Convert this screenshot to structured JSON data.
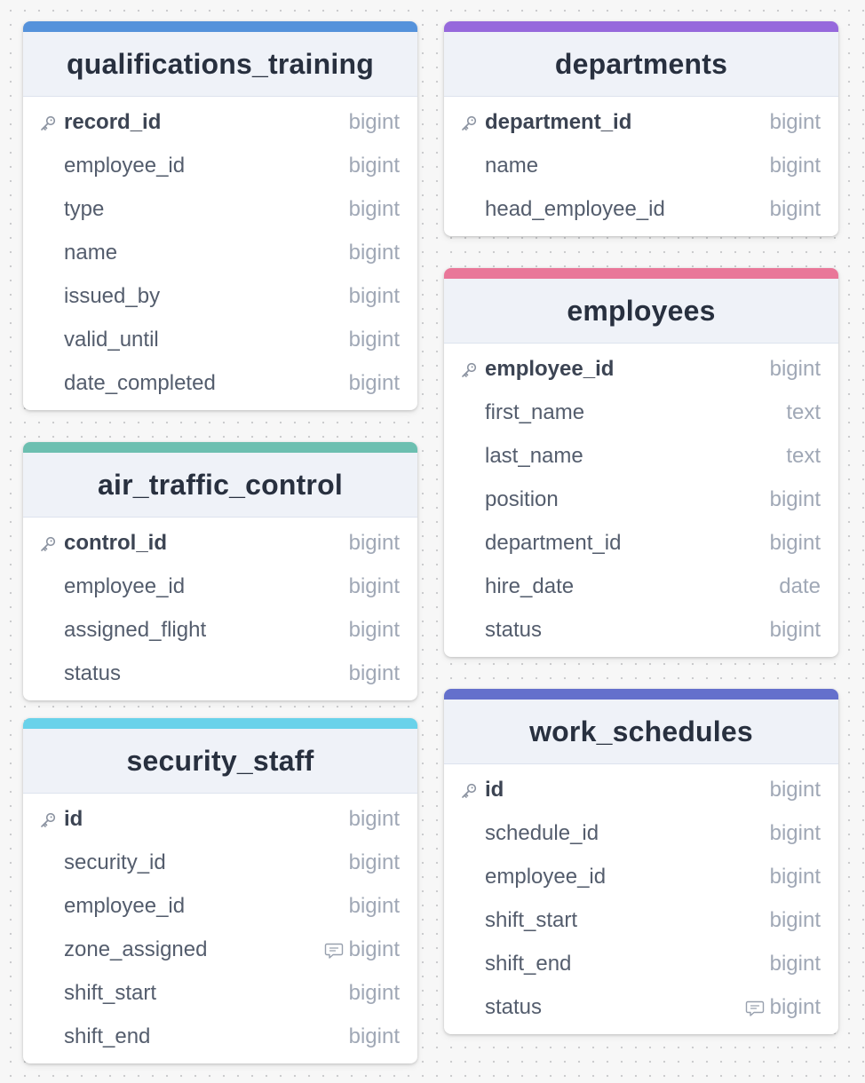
{
  "tables": [
    {
      "name": "qualifications_training",
      "color": "#5592db",
      "columns": [
        {
          "name": "record_id",
          "type": "bigint",
          "pk": true
        },
        {
          "name": "employee_id",
          "type": "bigint"
        },
        {
          "name": "type",
          "type": "bigint"
        },
        {
          "name": "name",
          "type": "bigint"
        },
        {
          "name": "issued_by",
          "type": "bigint"
        },
        {
          "name": "valid_until",
          "type": "bigint"
        },
        {
          "name": "date_completed",
          "type": "bigint"
        }
      ]
    },
    {
      "name": "air_traffic_control",
      "color": "#6cbfb0",
      "columns": [
        {
          "name": "control_id",
          "type": "bigint",
          "pk": true
        },
        {
          "name": "employee_id",
          "type": "bigint"
        },
        {
          "name": "assigned_flight",
          "type": "bigint"
        },
        {
          "name": "status",
          "type": "bigint"
        }
      ]
    },
    {
      "name": "security_staff",
      "color": "#69d2ea",
      "columns": [
        {
          "name": "id",
          "type": "bigint",
          "pk": true
        },
        {
          "name": "security_id",
          "type": "bigint"
        },
        {
          "name": "employee_id",
          "type": "bigint"
        },
        {
          "name": "zone_assigned",
          "type": "bigint",
          "comment": true
        },
        {
          "name": "shift_start",
          "type": "bigint"
        },
        {
          "name": "shift_end",
          "type": "bigint"
        }
      ]
    },
    {
      "name": "departments",
      "color": "#9669dc",
      "columns": [
        {
          "name": "department_id",
          "type": "bigint",
          "pk": true
        },
        {
          "name": "name",
          "type": "bigint"
        },
        {
          "name": "head_employee_id",
          "type": "bigint"
        }
      ]
    },
    {
      "name": "employees",
      "color": "#e97799",
      "columns": [
        {
          "name": "employee_id",
          "type": "bigint",
          "pk": true
        },
        {
          "name": "first_name",
          "type": "text"
        },
        {
          "name": "last_name",
          "type": "text"
        },
        {
          "name": "position",
          "type": "bigint"
        },
        {
          "name": "department_id",
          "type": "bigint"
        },
        {
          "name": "hire_date",
          "type": "date"
        },
        {
          "name": "status",
          "type": "bigint"
        }
      ]
    },
    {
      "name": "work_schedules",
      "color": "#6470cc",
      "columns": [
        {
          "name": "id",
          "type": "bigint",
          "pk": true
        },
        {
          "name": "schedule_id",
          "type": "bigint"
        },
        {
          "name": "employee_id",
          "type": "bigint"
        },
        {
          "name": "shift_start",
          "type": "bigint"
        },
        {
          "name": "shift_end",
          "type": "bigint"
        },
        {
          "name": "status",
          "type": "bigint",
          "comment": true
        }
      ]
    }
  ]
}
